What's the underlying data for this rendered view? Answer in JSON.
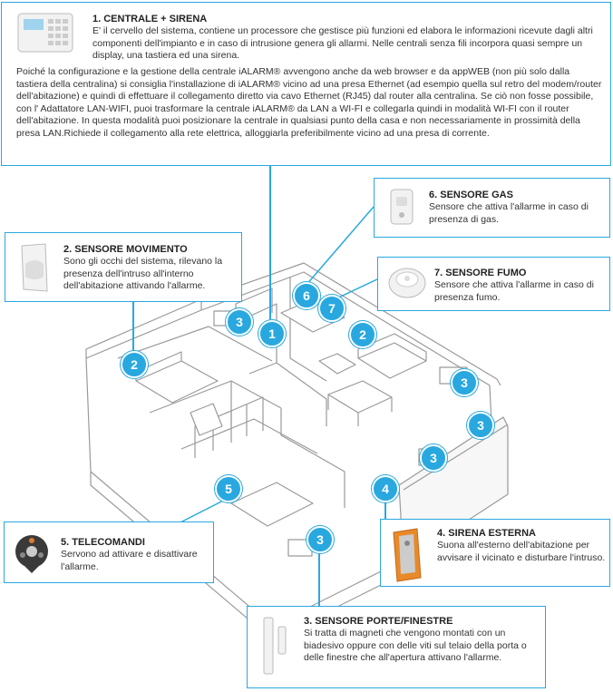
{
  "colors": {
    "accent": "#29a8e0",
    "wall": "#9a9a9a"
  },
  "boxes": {
    "centrale": {
      "title": "1. CENTRALE + SIRENA",
      "desc": "E' il cervello del sistema, contiene un processore che gestisce più funzioni ed elabora le informazioni ricevute dagli altri componenti dell'impianto e in caso di intrusione genera gli allarmi. Nelle centrali senza fili incorpora quasi sempre un display, una tastiera ed una sirena.",
      "desc2": "Poiché la configurazione e la gestione della centrale iALARM® avvengono anche da web browser e da appWEB (non più solo dalla tastiera della centralina) si consiglia l'installazione di iALARM® vicino ad una presa Ethernet (ad esempio quella sul retro del modem/router dell'abitazione) e quindi di effettuare il collegamento diretto via cavo Ethernet (RJ45) dal router alla centralina. Se ciò non fosse possibile, con l' Adattatore LAN-WIFI, puoi trasformare la centrale iALARM® da LAN a WI-FI e collegarla quindi in modalità WI-FI con il router dell'abitazione. In questa modalità puoi posizionare la centrale in qualsiasi punto della casa e non necessariamente in prossimità della presa LAN.Richiede il collegamento alla rete elettrica, alloggiarla preferibilmente vicino ad una presa di corrente."
    },
    "movimento": {
      "title": "2. SENSORE MOVIMENTO",
      "desc": "Sono gli occhi del sistema, rilevano la presenza dell'intruso all'interno dell'abitazione attivando l'allarme."
    },
    "gas": {
      "title": "6. SENSORE GAS",
      "desc": "Sensore che attiva l'allarme in caso di presenza di gas."
    },
    "fumo": {
      "title": "7. SENSORE FUMO",
      "desc": "Sensore che attiva l'allarme in caso di presenza fumo."
    },
    "telecomandi": {
      "title": "5. TELECOMANDI",
      "desc": "Servono ad attivare e disattivare l'allarme."
    },
    "sirena": {
      "title": "4. SIRENA ESTERNA",
      "desc": "Suona all'esterno dell'abitazione per avvisare il vicinato e disturbare l'intruso."
    },
    "porte": {
      "title": "3. SENSORE PORTE/FINESTRE",
      "desc": "Si tratta di magneti che vengono montati con un biadesivo oppure con delle viti sul telaio della porta o delle finestre che all'apertura attivano l'allarme."
    }
  },
  "badges": [
    {
      "label": "1",
      "target": "centrale"
    },
    {
      "label": "2",
      "target": "movimento"
    },
    {
      "label": "2",
      "target": "movimento"
    },
    {
      "label": "3",
      "target": "porte"
    },
    {
      "label": "3",
      "target": "porte"
    },
    {
      "label": "3",
      "target": "porte"
    },
    {
      "label": "3",
      "target": "porte"
    },
    {
      "label": "3",
      "target": "porte"
    },
    {
      "label": "4",
      "target": "sirena"
    },
    {
      "label": "5",
      "target": "telecomandi"
    },
    {
      "label": "6",
      "target": "gas"
    },
    {
      "label": "7",
      "target": "fumo"
    }
  ]
}
